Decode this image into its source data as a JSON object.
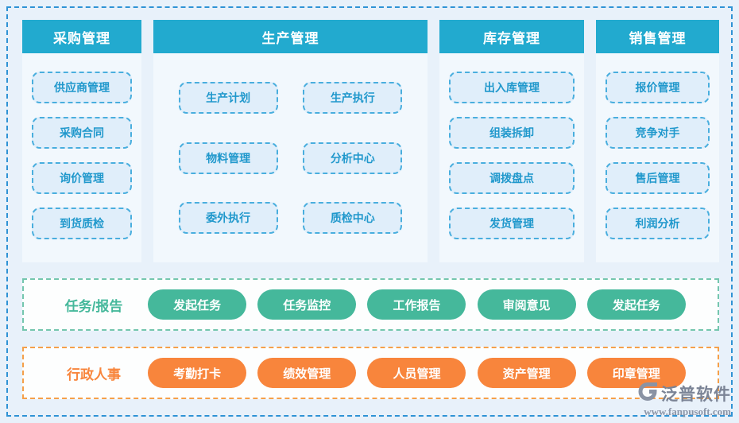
{
  "modules": [
    {
      "title": "采购管理",
      "items": [
        "供应商管理",
        "采购合同",
        "询价管理",
        "到货质检"
      ]
    },
    {
      "title": "生产管理",
      "items": [
        "生产计划",
        "生产执行",
        "物料管理",
        "分析中心",
        "委外执行",
        "质检中心"
      ]
    },
    {
      "title": "库存管理",
      "items": [
        "出入库管理",
        "组装拆卸",
        "调拨盘点",
        "发货管理"
      ]
    },
    {
      "title": "销售管理",
      "items": [
        "报价管理",
        "竞争对手",
        "售后管理",
        "利润分析"
      ]
    }
  ],
  "task_band": {
    "label": "任务/报告",
    "pills": [
      "发起任务",
      "任务监控",
      "工作报告",
      "审阅意见",
      "发起任务"
    ],
    "accent": "#45b89b"
  },
  "hr_band": {
    "label": "行政人事",
    "pills": [
      "考勤打卡",
      "绩效管理",
      "人员管理",
      "资产管理",
      "印章管理"
    ],
    "accent": "#f8853c"
  },
  "watermark": {
    "brand": "泛普软件",
    "url": "www.fanpusoft.com"
  },
  "colors": {
    "page_background": "#e8f1fa",
    "outer_border": "#2f93d5",
    "module_header_bg": "#22aacf",
    "module_item_text": "#2098cc",
    "module_item_border": "#49aede",
    "task_border": "#74c6ae",
    "hr_border": "#f5a04a"
  }
}
